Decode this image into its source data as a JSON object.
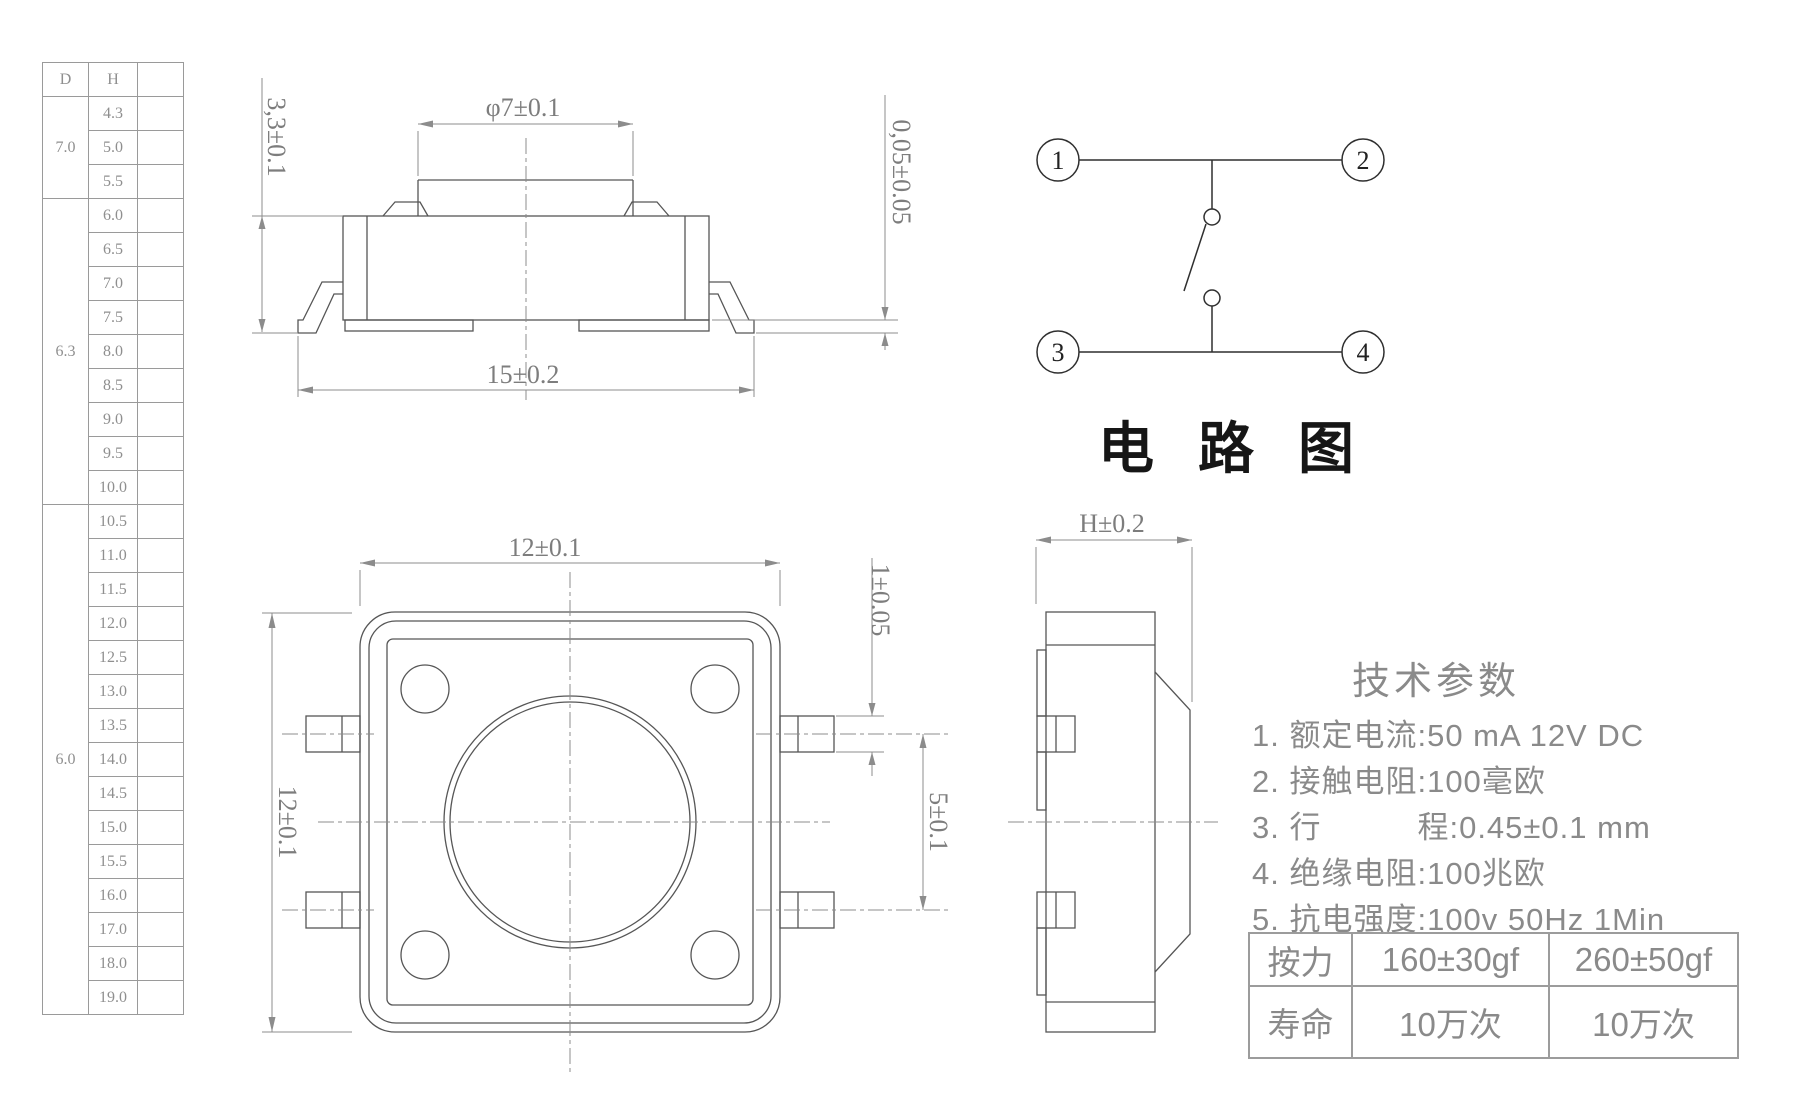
{
  "page": {
    "background": "#ffffff"
  },
  "left_table": {
    "headers": [
      "D",
      "H",
      ""
    ],
    "groups": [
      {
        "d": "7.0",
        "heights": [
          "4.3",
          "5.0",
          "5.5"
        ]
      },
      {
        "d": "6.3",
        "heights": [
          "6.0",
          "6.5",
          "7.0",
          "7.5",
          "8.0",
          "8.5",
          "9.0",
          "9.5",
          "10.0"
        ]
      },
      {
        "d": "6.0",
        "heights": [
          "10.5",
          "11.0",
          "11.5",
          "12.0",
          "12.5",
          "13.0",
          "13.5",
          "14.0",
          "14.5",
          "15.0",
          "15.5",
          "16.0",
          "17.0",
          "18.0",
          "19.0"
        ]
      }
    ]
  },
  "front_view": {
    "cap_diameter": "φ7±0.1",
    "body_height": "3,3±0.1",
    "lead_span": "15±0.2",
    "standoff": "0,05±0.05"
  },
  "plan_view": {
    "width": "12±0.1",
    "height": "12±0.1",
    "lead_width": "1±0.05",
    "lead_pitch": "5±0.1"
  },
  "side_view": {
    "height": "H±0.2"
  },
  "circuit": {
    "title": "电路图",
    "terminals": [
      "1",
      "2",
      "3",
      "4"
    ]
  },
  "tech_params": {
    "title": "技术参数",
    "items": [
      "1. 额定电流:50 mA  12V DC",
      "2. 接触电阻:100毫欧",
      "3. 行　　　程:0.45±0.1 mm",
      "4. 绝缘电阻:100兆欧",
      "5. 抗电强度:100v  50Hz  1Min"
    ]
  },
  "spec_table": {
    "rows": [
      [
        "按力",
        "160±30gf",
        "260±50gf"
      ],
      [
        "寿命",
        "10万次",
        "10万次"
      ]
    ]
  }
}
